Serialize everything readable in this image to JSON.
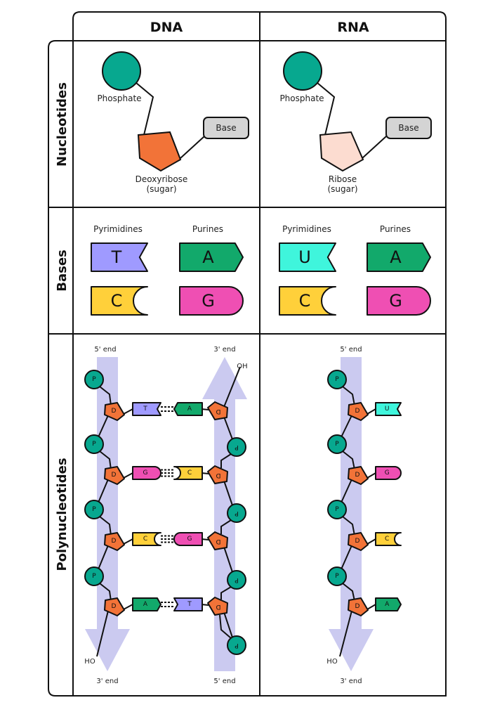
{
  "columns": [
    {
      "id": "dna",
      "header": "DNA"
    },
    {
      "id": "rna",
      "header": "RNA"
    }
  ],
  "rows": [
    {
      "id": "nucleotides",
      "label": "Nucleotides"
    },
    {
      "id": "bases",
      "label": "Bases"
    },
    {
      "id": "polynucleotides",
      "label": "Polynucleotides"
    }
  ],
  "colors": {
    "phosphate": "#07a88f",
    "deoxyribose": "#f27338",
    "ribose": "#fcdcd0",
    "base_box": "#d4d4d4",
    "T": "#9f9aff",
    "U": "#3ff5dc",
    "A": "#12a96b",
    "C": "#ffd03a",
    "G": "#ef4fb3",
    "strand": "#cbcaf0",
    "outline": "#111111"
  },
  "nucleotides": {
    "dna": {
      "phosphate": "Phosphate",
      "sugar": "Deoxyribose",
      "sugar_note": "(sugar)",
      "base": "Base"
    },
    "rna": {
      "phosphate": "Phosphate",
      "sugar": "Ribose",
      "sugar_note": "(sugar)",
      "base": "Base"
    }
  },
  "bases": {
    "dna": {
      "pyrimidines_label": "Pyrimidines",
      "purines_label": "Purines",
      "pyrimidines": [
        "T",
        "C"
      ],
      "purines": [
        "A",
        "G"
      ]
    },
    "rna": {
      "pyrimidines_label": "Pyrimidines",
      "purines_label": "Purines",
      "pyrimidines": [
        "U",
        "C"
      ],
      "purines": [
        "A",
        "G"
      ]
    }
  },
  "polynucleotides": {
    "dna": {
      "left_strand": {
        "top_label": "5' end",
        "bottom_label": "3' end",
        "terminal": "HO"
      },
      "right_strand": {
        "top_label": "3' end",
        "bottom_label": "5' end",
        "terminal": "OH"
      },
      "phosphate_symbol": "P",
      "sugar_symbol": "D",
      "pairs": [
        {
          "left": "T",
          "right": "A",
          "bonds": 2
        },
        {
          "left": "G",
          "right": "C",
          "bonds": 3
        },
        {
          "left": "C",
          "right": "G",
          "bonds": 3
        },
        {
          "left": "A",
          "right": "T",
          "bonds": 2
        }
      ]
    },
    "rna": {
      "strand": {
        "top_label": "5' end",
        "bottom_label": "3' end",
        "terminal": "HO"
      },
      "phosphate_symbol": "P",
      "sugar_symbol": "D",
      "bases": [
        "U",
        "G",
        "C",
        "A"
      ]
    }
  }
}
